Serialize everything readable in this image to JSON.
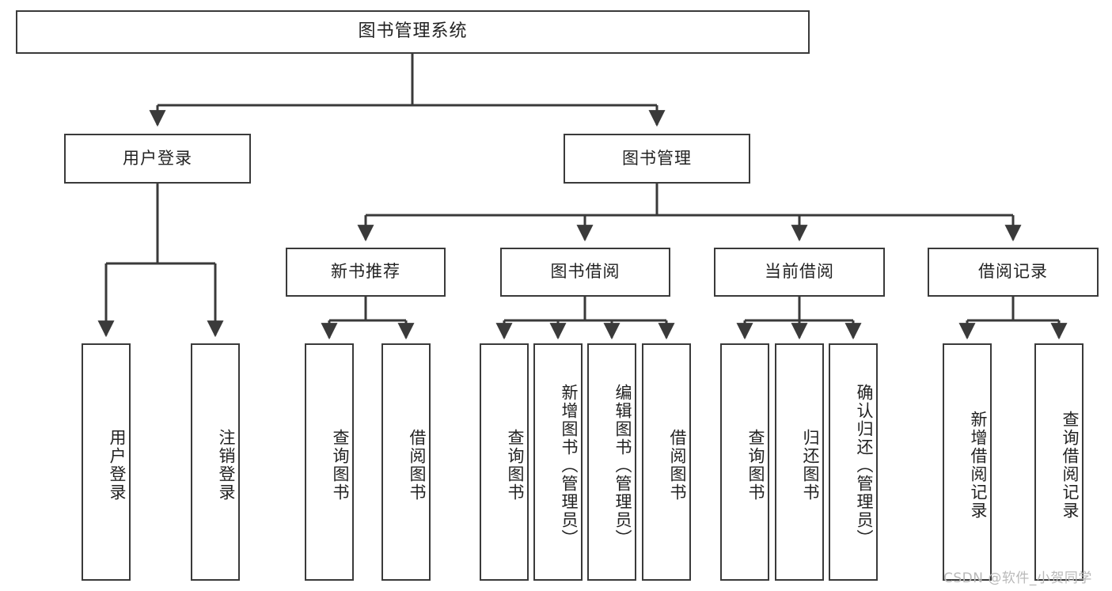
{
  "diagram": {
    "type": "tree",
    "title": "图书管理系统",
    "orientation": "top-down",
    "colors": {
      "box_border": "#3a3a3a",
      "box_fill": "#ffffff",
      "edge": "#3a3a3a",
      "text": "#222222",
      "watermark": "#b9b9b9",
      "background": "#ffffff"
    }
  },
  "root": {
    "label": "图书管理系统"
  },
  "level2": [
    {
      "label": "用户登录"
    },
    {
      "label": "图书管理"
    }
  ],
  "level3": [
    {
      "label": "新书推荐"
    },
    {
      "label": "图书借阅"
    },
    {
      "label": "当前借阅"
    },
    {
      "label": "借阅记录"
    }
  ],
  "leaves": {
    "user_login": [
      {
        "label": "用户登录"
      },
      {
        "label": "注销登录"
      }
    ],
    "new_book_recommend": [
      {
        "label": "查询图书"
      },
      {
        "label": "借阅图书"
      }
    ],
    "book_borrow": [
      {
        "label": "查询图书"
      },
      {
        "label": "新增图书（管理员）"
      },
      {
        "label": "编辑图书（管理员）"
      },
      {
        "label": "借阅图书"
      }
    ],
    "current_borrow": [
      {
        "label": "查询图书"
      },
      {
        "label": "归还图书"
      },
      {
        "label": "确认归还（管理员）"
      }
    ],
    "borrow_record": [
      {
        "label": "新增借阅记录"
      },
      {
        "label": "查询借阅记录"
      }
    ]
  },
  "watermark": {
    "text": "CSDN @软件_小贺同学"
  }
}
